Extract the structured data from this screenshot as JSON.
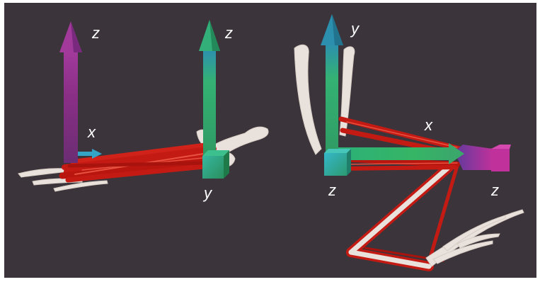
{
  "scene": {
    "background": "#3b353b",
    "colors": {
      "bone": "#e9e1db",
      "muscle": "#c41a14",
      "muscle_highlight": "#e8513f",
      "axis_purple": "#8a2f86",
      "axis_magenta": "#c0319b",
      "axis_green": "#2fa46a",
      "axis_cyan": "#33a3c6",
      "label": "#ffffff"
    }
  },
  "left_model": {
    "labels": {
      "z_purple": "z",
      "z_green": "z",
      "x": "x",
      "y": "y"
    }
  },
  "right_model": {
    "labels": {
      "y": "y",
      "x": "x",
      "z_origin": "z",
      "z_end": "z"
    }
  }
}
